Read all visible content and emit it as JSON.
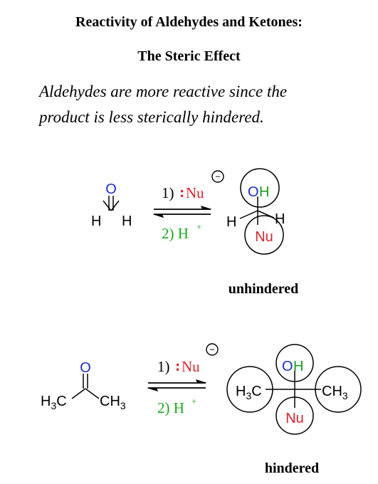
{
  "title": {
    "line1": "Reactivity of Aldehydes and Ketones:",
    "line2": "The Steric Effect"
  },
  "description": {
    "line1": "Aldehydes are more reactive since the",
    "line2": "product is less sterically hindered."
  },
  "colors": {
    "oxygen": "#1a2bd6",
    "hydrogen_oh": "#1a9e1a",
    "nucleophile": "#e0202a",
    "acid_step": "#1aaa1a",
    "black": "#000000"
  },
  "reaction1": {
    "reactant": {
      "oxygen": "O",
      "h_left": "H",
      "h_right": "H"
    },
    "step1": {
      "number": "1)",
      "colon": ":",
      "nucleophile": "Nu",
      "charge": "−"
    },
    "step2": {
      "text": "2) H",
      "charge": "+"
    },
    "product": {
      "o": "O",
      "h_oh": "H",
      "h_left": "H",
      "h_right": "H",
      "nu": "Nu"
    },
    "caption": "unhindered"
  },
  "reaction2": {
    "reactant": {
      "oxygen": "O",
      "left_group": "H",
      "left_group_sub": "3",
      "left_group_c": "C",
      "right_group_c": "CH",
      "right_group_sub": "3"
    },
    "step1": {
      "number": "1)",
      "colon": ":",
      "nucleophile": "Nu",
      "charge": "−"
    },
    "step2": {
      "text": "2) H",
      "charge": "+"
    },
    "product": {
      "o": "O",
      "h_oh": "H",
      "left_h": "H",
      "left_sub": "3",
      "left_c": "C",
      "right_ch": "CH",
      "right_sub": "3",
      "nu": "Nu"
    },
    "caption": "hindered"
  }
}
